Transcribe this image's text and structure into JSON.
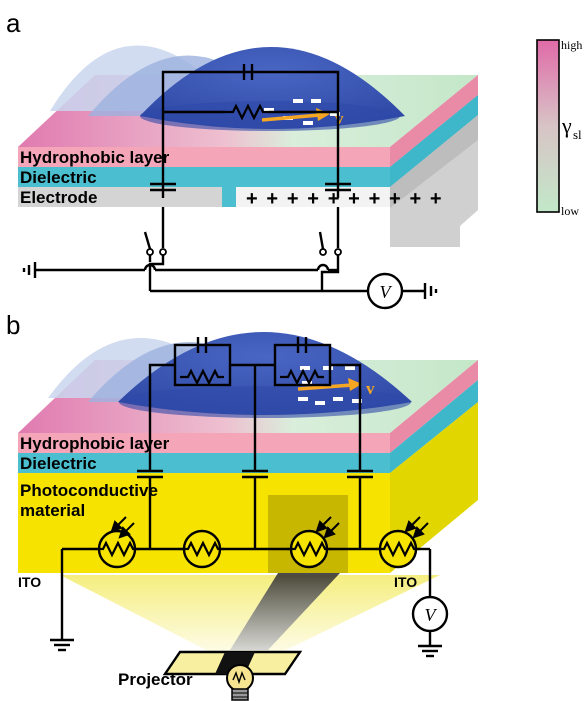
{
  "panels": {
    "a": {
      "label": "a",
      "layers": {
        "hydrophobic": "Hydrophobic layer",
        "dielectric": "Dielectric",
        "electrode": "Electrode"
      },
      "electrode_charges": "+ + + + + + + + + +",
      "velocity": "v"
    },
    "b": {
      "label": "b",
      "layers": {
        "hydrophobic": "Hydrophobic layer",
        "dielectric": "Dielectric",
        "photoconductive_1": "Photoconductive",
        "photoconductive_2": "material"
      },
      "ito_left": "ITO",
      "ito_right": "ITO",
      "projector": "Projector",
      "velocity": "v"
    }
  },
  "voltmeter": "V",
  "color_scale": {
    "high": "high",
    "low": "low",
    "symbol": "γ",
    "subscript": "sl",
    "high_color": "#e06aa8",
    "low_color": "#c2e8c8"
  },
  "colors": {
    "hydrophobic": "#f4a6b8",
    "dielectric": "#4bbfcf",
    "electrode": "#d4d4d4",
    "photoconductive": "#f6e400",
    "droplet": "#3f5bb8",
    "arrow": "#f5a623"
  }
}
